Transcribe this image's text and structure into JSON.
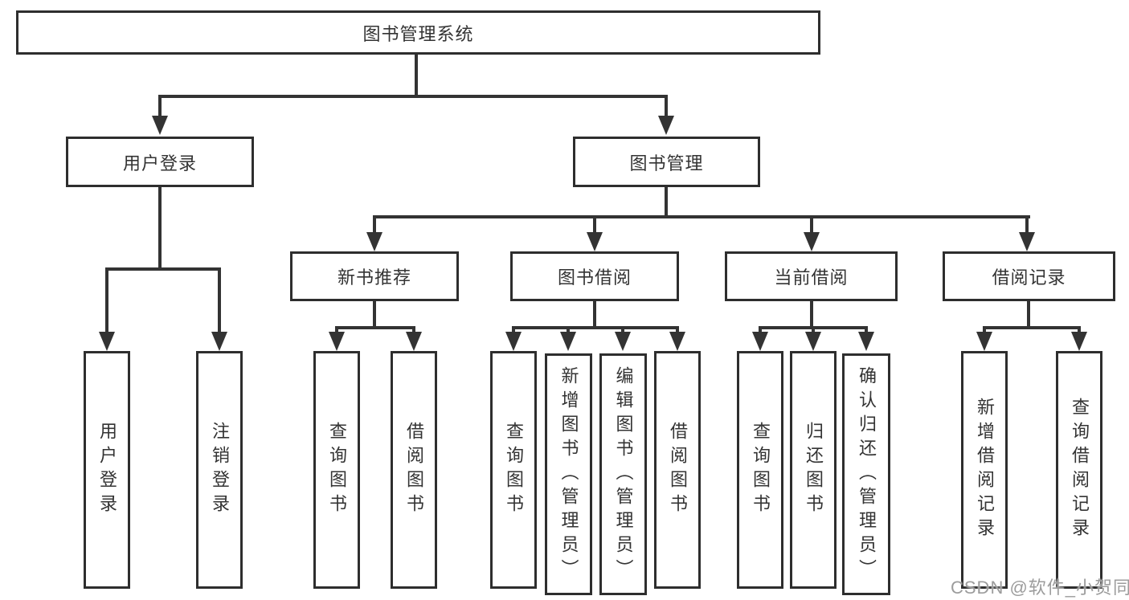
{
  "tree": {
    "root": {
      "label": "图书管理系统"
    },
    "branches": [
      {
        "label": "用户登录",
        "children": [
          {
            "label": "用户登录"
          },
          {
            "label": "注销登录"
          }
        ]
      },
      {
        "label": "图书管理",
        "children": [
          {
            "label": "新书推荐",
            "children": [
              {
                "label": "查询图书"
              },
              {
                "label": "借阅图书"
              }
            ]
          },
          {
            "label": "图书借阅",
            "children": [
              {
                "label": "查询图书"
              },
              {
                "label": "新增图书（管理员）"
              },
              {
                "label": "编辑图书（管理员）"
              },
              {
                "label": "借阅图书"
              }
            ]
          },
          {
            "label": "当前借阅",
            "children": [
              {
                "label": "查询图书"
              },
              {
                "label": "归还图书"
              },
              {
                "label": "确认归还（管理员）"
              }
            ]
          },
          {
            "label": "借阅记录",
            "children": [
              {
                "label": "新增借阅记录"
              },
              {
                "label": "查询借阅记录"
              }
            ]
          }
        ]
      }
    ]
  },
  "watermark": {
    "text": "CSDN @软件_小贺同学",
    "color": "#9c9c9c"
  },
  "colors": {
    "background": "#ffffff",
    "line": "#333333",
    "box_border": "#2e2e2e",
    "text": "#333333"
  }
}
